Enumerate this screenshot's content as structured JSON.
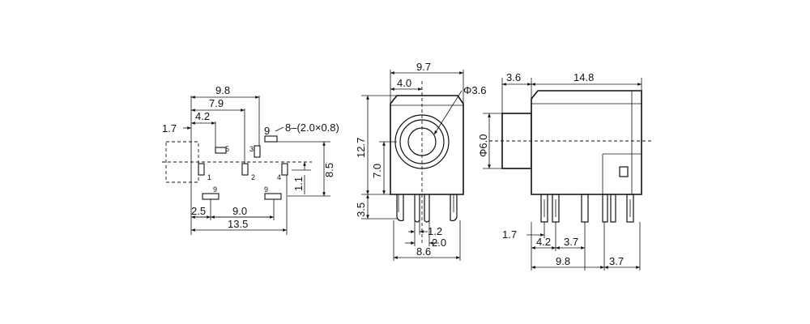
{
  "left_view": {
    "dims": {
      "w98": "9.8",
      "w79": "7.9",
      "w42": "4.2",
      "w17": "1.7",
      "w9": "9",
      "pad_note": "8–(2.0×0.8)",
      "h85": "8.5",
      "h11": "1.1",
      "w25": "2.5",
      "w90": "9.0",
      "w135": "13.5"
    },
    "pins": {
      "p1": "1",
      "p2": "2",
      "p3": "3",
      "p4": "4",
      "p5": "5",
      "p9a": "9",
      "p9b": "9"
    }
  },
  "front_view": {
    "dims": {
      "w97": "9.7",
      "w40": "4.0",
      "phi36": "Φ3.6",
      "h127": "12.7",
      "h70": "7.0",
      "h35": "3.5",
      "w12": "1.2",
      "w20": "2.0",
      "w86": "8.6"
    }
  },
  "side_view": {
    "dims": {
      "w36": "3.6",
      "w148": "14.8",
      "phi60": "Φ6.0",
      "w17": "1.7",
      "w42": "4.2",
      "w37a": "3.7",
      "w98": "9.8",
      "w37b": "3.7"
    }
  }
}
